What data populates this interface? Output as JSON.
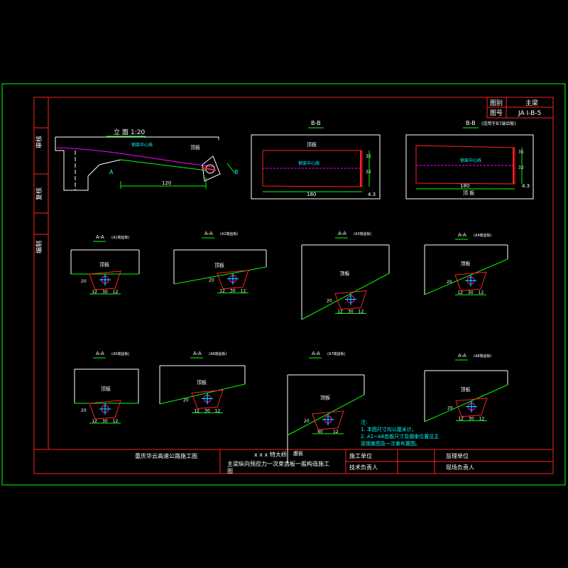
{
  "colors": {
    "background": "#000000",
    "border": "#00ff00",
    "frame": "#ff2020",
    "outline": "#ffffff",
    "slab_edge": "#00ff00",
    "tendon": "#ff00ff",
    "anchor": "#ff2020",
    "annotation": "#00ffff",
    "text": "#ffffff",
    "note_text": "#00ffff"
  },
  "side_labels": {
    "item1": "审核",
    "item2": "复核",
    "item3": "编制"
  },
  "title_box": {
    "label1": "图别",
    "value1": "主梁",
    "label2": "图号",
    "value2": "JA I-B-5"
  },
  "elevation": {
    "title": "立 面",
    "scale": "1:20",
    "slab_label": "顶板",
    "tendon_label": "钢束中心线",
    "dim_main": "120",
    "sec_a": "A",
    "sec_b": "B"
  },
  "section_bb_1": {
    "title": "B-B",
    "slab_label": "顶板",
    "tendon_label": "钢束中心线",
    "dim_width": "180",
    "dim_side": "4.3",
    "dim_h1": "35",
    "dim_h2": "32"
  },
  "section_bb_2": {
    "title": "B-B",
    "subtitle": "(适用于B7端齿板)",
    "tendon_label": "钢束中心线",
    "bottom_label": "顶 板",
    "dim_width": "180",
    "dim_side": "4.3",
    "dim_h1": "35",
    "dim_h2": "32"
  },
  "sections": [
    {
      "title": "A-A",
      "subtitle": "(A1端齿板)",
      "slab": "顶板",
      "dims": [
        "12",
        "30",
        "12"
      ],
      "h": "20"
    },
    {
      "title": "A-A",
      "subtitle": "(A2端齿板)",
      "slab": "顶板",
      "dims": [
        "12",
        "30",
        "12"
      ],
      "h": "20"
    },
    {
      "title": "A-A",
      "subtitle": "(A3端齿板)",
      "slab": "顶板",
      "dims": [
        "12",
        "30",
        "12"
      ],
      "h": "20"
    },
    {
      "title": "A-A",
      "subtitle": "(A4端齿板)",
      "slab": "顶板",
      "dims": [
        "12",
        "30",
        "12"
      ],
      "h": "20"
    },
    {
      "title": "A-A",
      "subtitle": "(A5端齿板)",
      "slab": "顶板",
      "dims": [
        "12",
        "30",
        "12"
      ],
      "h": "20"
    },
    {
      "title": "A-A",
      "subtitle": "(A6端齿板)",
      "slab": "顶板",
      "dims": [
        "12",
        "30",
        "12"
      ],
      "h": "20"
    },
    {
      "title": "A-A",
      "subtitle": "(A7端齿板)",
      "slab": "顶板",
      "side": "腹板",
      "dims": [
        "40",
        "12"
      ],
      "h": "20"
    },
    {
      "title": "A-A",
      "subtitle": "(A8端齿板)",
      "slab": "顶板",
      "dims": [
        "12",
        "30",
        "12"
      ],
      "h": "20"
    }
  ],
  "notes": {
    "heading": "注:",
    "line1": "1. 本图尺寸均以厘米计。",
    "line2": "2. A1~A8齿板尺寸及钢束位置见主",
    "line3": "   梁钢束图及一次束布置图。"
  },
  "title_block": {
    "company": "重庆华云高速公路施工图",
    "project": "x x x 特大桥",
    "drawing_name_1": "主梁纵向预应力一次束齿板一般构造施工",
    "drawing_name_2": "图",
    "c1": "施工单位",
    "c2": "技术负责人",
    "c3": "监理单位",
    "c4": "现场负责人"
  }
}
